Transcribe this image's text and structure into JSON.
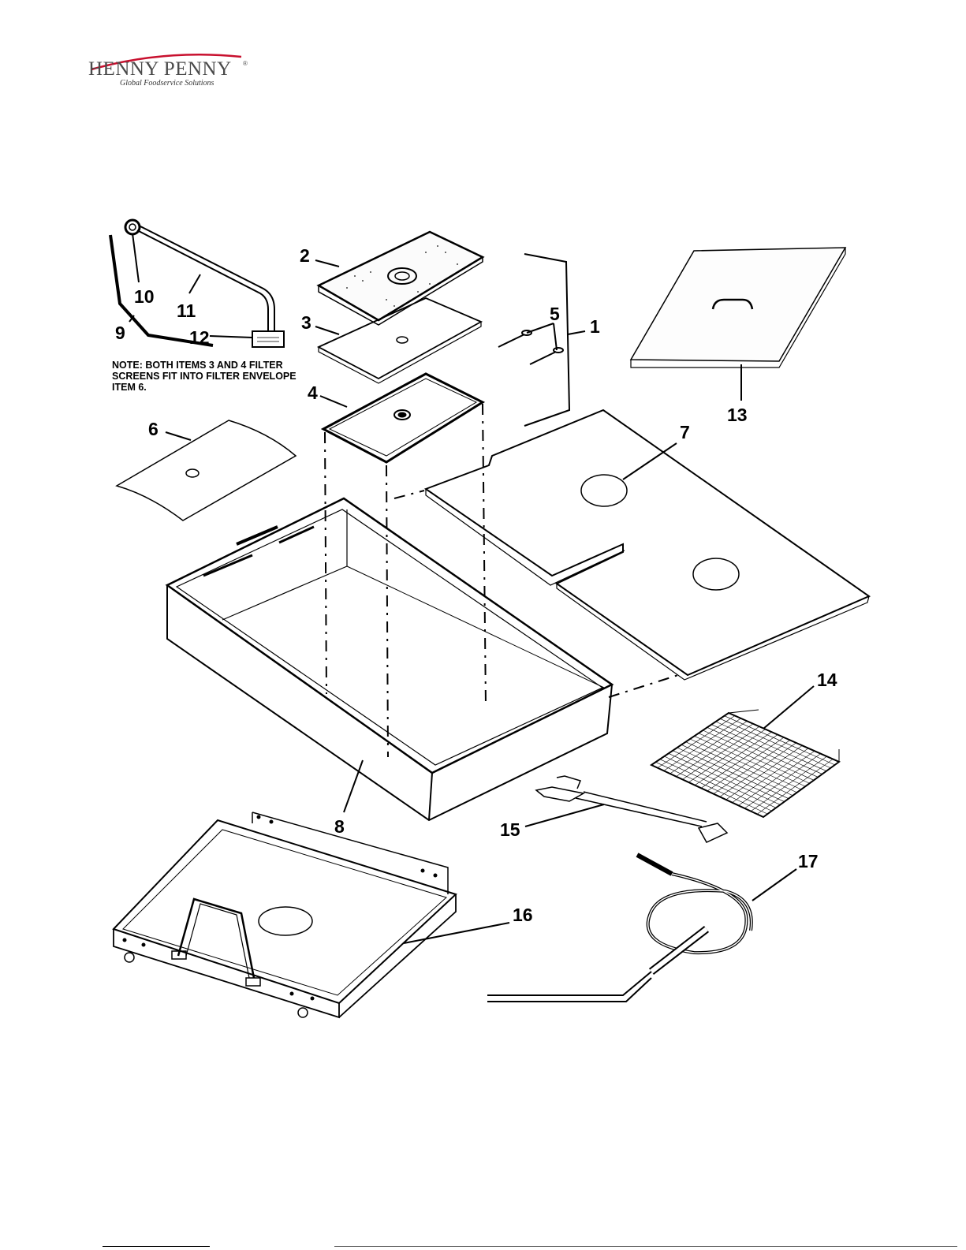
{
  "header": {
    "brand": "HENNY PENNY",
    "registered": "®",
    "tagline": "Global Foodservice Solutions",
    "colors": {
      "brand_text": "#4a4a4a",
      "swoosh": "#c8102e"
    }
  },
  "note": {
    "lines": [
      "NOTE: BOTH ITEMS 3 and 4 FILTER",
      "SCREENS FIT INTO FILTER ENVELOPE",
      "ITEM 6."
    ]
  },
  "callouts": {
    "c1": "1",
    "c2": "2",
    "c3": "3",
    "c4": "4",
    "c5": "5",
    "c6": "6",
    "c7": "7",
    "c8": "8",
    "c9": "9",
    "c10": "10",
    "c11": "11",
    "c12": "12",
    "c13": "13",
    "c14": "14",
    "c15": "15",
    "c16": "16",
    "c17": "17"
  }
}
